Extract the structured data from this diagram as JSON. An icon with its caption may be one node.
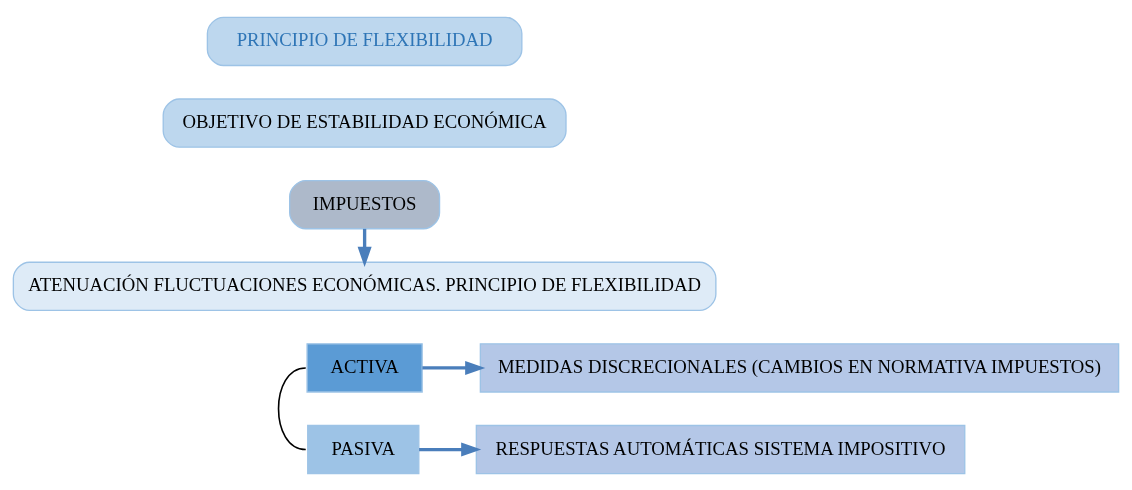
{
  "diagram": {
    "nodes": [
      {
        "text": [
          "PRINCIPIO DE FLEXIBILIDAD"
        ]
      },
      {
        "text": [
          "OBJETIVO DE ESTABILIDAD ECONÓMICA"
        ]
      },
      {
        "text": [
          "IMPUESTOS"
        ]
      },
      {
        "text": [
          "ATENUACIÓN FLUCTUACIONES ECONÓMICAS. PRINCIPIO DE FLEXIBILIDAD"
        ]
      },
      {
        "text": [
          "ACTIVA"
        ]
      },
      {
        "text": [
          "MEDIDAS DISCRECIONALES (CAMBIOS EN NORMATIVA IMPUESTOS)"
        ]
      },
      {
        "text": [
          "PASIVA"
        ]
      },
      {
        "text": [
          "RESPUESTAS AUTOMÁTICAS SISTEMA IMPOSITIVO"
        ]
      }
    ],
    "edges": [
      {
        "from": 2,
        "to": 3,
        "arrow": "to"
      },
      {
        "from": 4,
        "to": 5,
        "arrow": "to"
      },
      {
        "from": 4,
        "to": 6,
        "arrow": "none",
        "color": "#000000"
      },
      {
        "from": 6,
        "to": 7,
        "arrow": "to"
      }
    ]
  }
}
